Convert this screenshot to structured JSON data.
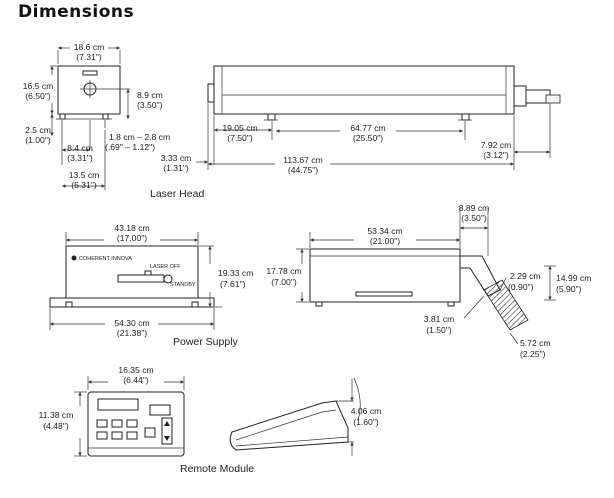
{
  "title": "Dimensions",
  "captions": {
    "laser_head": "Laser Head",
    "power_supply": "Power Supply",
    "remote_module": "Remote Module"
  },
  "laser_head_end": {
    "width": "18.6 cm",
    "width_in": "(7.31\")",
    "height": "16.5 cm",
    "height_in": "(6.50\")",
    "beam_height": "8.9 cm",
    "beam_height_in": "(3.50\")",
    "foot_height": "2.5 cm",
    "foot_height_in": "(1.00\")",
    "foot_offset": "8.4 cm",
    "foot_offset_in": "(3.31\")",
    "foot_range": "1.8 cm – 2.8 cm",
    "foot_range_in": "(.69\" – 1.12\")",
    "foot_span": "13.5 cm",
    "foot_span_in": "(5.31\")"
  },
  "laser_head_side": {
    "left_foot": "19.05 cm",
    "left_foot_in": "(7.50\")",
    "foot_spacing": "64.77 cm",
    "foot_spacing_in": "(25.50\")",
    "right_end": "7.92 cm",
    "right_end_in": "(3.12\")",
    "left_end": "3.33 cm",
    "left_end_in": "(1.31\")",
    "length": "113.67 cm",
    "length_in": "(44.75\")"
  },
  "power_supply_front": {
    "width": "43.18 cm",
    "width_in": "(17.00\")",
    "height": "19.33 cm",
    "height_in": "(7.61\")",
    "base_width": "54.30 cm",
    "base_width_in": "(21.38\")",
    "brand": "COHERENT INNOVA",
    "switch_top": "LASER OFF",
    "switch_bottom": "STANDBY"
  },
  "power_supply_side": {
    "depth": "53.34 cm",
    "depth_in": "(21.00\")",
    "height": "17.78 cm",
    "height_in": "(7.00\")",
    "top_extension": "8.89 cm",
    "top_extension_in": "(3.50\")",
    "conduit_width": "2.29 cm",
    "conduit_width_in": "(0.90\")",
    "conduit_height": "14.99 cm",
    "conduit_height_in": "(5.90\")",
    "conduit_offset": "3.81 cm",
    "conduit_offset_in": "(1.50\")",
    "conduit_length": "5.72 cm",
    "conduit_length_in": "(2.25\")"
  },
  "remote_module": {
    "width": "16.35 cm",
    "width_in": "(6.44\")",
    "height": "11.38 cm",
    "height_in": "(4.48\")",
    "side_height": "4.06 cm",
    "side_height_in": "(1.60\")"
  }
}
